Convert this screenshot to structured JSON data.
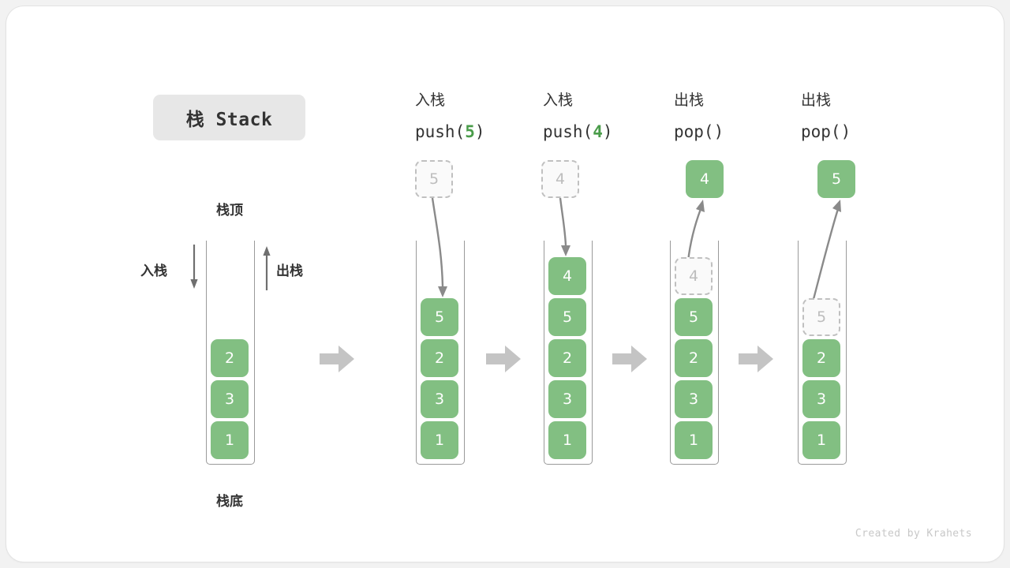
{
  "title": {
    "text": "栈 Stack"
  },
  "legend": {
    "top_label": "栈顶",
    "bottom_label": "栈底",
    "push_label": "入栈",
    "pop_label": "出栈"
  },
  "credit": "Created by Krahets",
  "colors": {
    "element_fill": "#82bf82",
    "element_text": "#ffffff",
    "ghost_fill": "#fafafa",
    "ghost_border": "#c0c0c0",
    "ghost_text": "#bdbdbd",
    "arrow_gray": "#c4c4c4",
    "line_gray": "#707070",
    "title_chip": "#e7e7e7",
    "accent_green": "#4a9c4a"
  },
  "steps": [
    {
      "id": "initial",
      "op_title": "",
      "op_code": "",
      "op_arg": "",
      "floating": null,
      "stack": [
        "2",
        "3",
        "1"
      ],
      "ghost_index": -1
    },
    {
      "id": "push-5",
      "op_title": "入栈",
      "op_code_prefix": "push(",
      "op_arg": "5",
      "op_code_suffix": ")",
      "floating": {
        "value": "5",
        "kind": "ghost"
      },
      "stack": [
        "5",
        "2",
        "3",
        "1"
      ],
      "ghost_index": -1
    },
    {
      "id": "push-4",
      "op_title": "入栈",
      "op_code_prefix": "push(",
      "op_arg": "4",
      "op_code_suffix": ")",
      "floating": {
        "value": "4",
        "kind": "ghost"
      },
      "stack": [
        "4",
        "5",
        "2",
        "3",
        "1"
      ],
      "ghost_index": -1
    },
    {
      "id": "pop-4",
      "op_title": "出栈",
      "op_code_prefix": "pop(",
      "op_arg": "",
      "op_code_suffix": ")",
      "floating": {
        "value": "4",
        "kind": "solid"
      },
      "stack": [
        "4",
        "5",
        "2",
        "3",
        "1"
      ],
      "ghost_index": 0
    },
    {
      "id": "pop-5",
      "op_title": "出栈",
      "op_code_prefix": "pop(",
      "op_arg": "",
      "op_code_suffix": ")",
      "floating": {
        "value": "5",
        "kind": "solid"
      },
      "stack": [
        "5",
        "2",
        "3",
        "1"
      ],
      "ghost_index": 0
    }
  ]
}
